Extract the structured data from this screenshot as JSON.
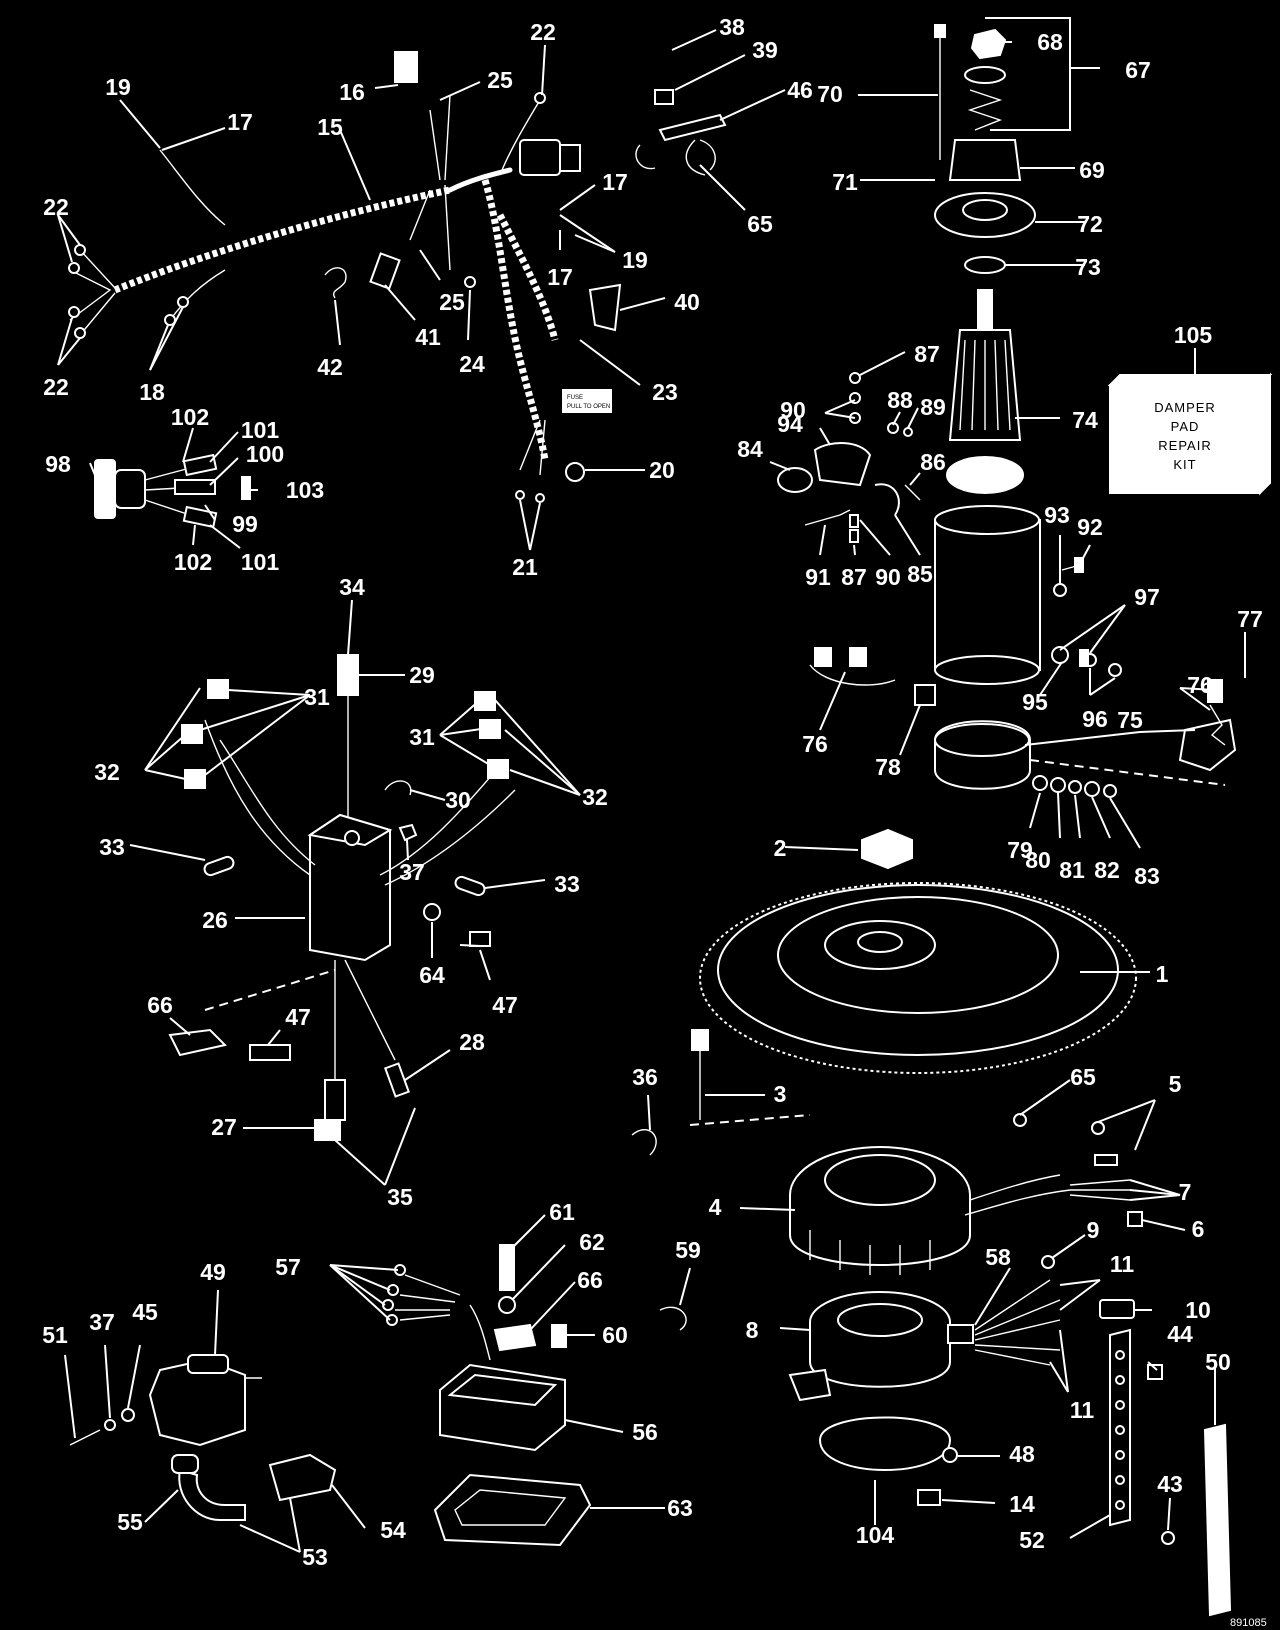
{
  "diagram": {
    "kit_box": {
      "lines": [
        "DAMPER",
        "PAD",
        "REPAIR",
        "KIT"
      ]
    },
    "fuse_label": [
      "FUSE",
      "PULL TO OPEN"
    ],
    "catalog_number": "891085",
    "callouts": [
      {
        "id": "c19a",
        "text": "19"
      },
      {
        "id": "c17a",
        "text": "17"
      },
      {
        "id": "c15",
        "text": "15"
      },
      {
        "id": "c16",
        "text": "16"
      },
      {
        "id": "c25a",
        "text": "25"
      },
      {
        "id": "c22a",
        "text": "22"
      },
      {
        "id": "c38",
        "text": "38"
      },
      {
        "id": "c39",
        "text": "39"
      },
      {
        "id": "c46",
        "text": "46"
      },
      {
        "id": "c65a",
        "text": "65"
      },
      {
        "id": "c17b",
        "text": "17"
      },
      {
        "id": "c19b",
        "text": "19"
      },
      {
        "id": "c17c",
        "text": "17"
      },
      {
        "id": "c22b",
        "text": "22"
      },
      {
        "id": "c22c",
        "text": "22"
      },
      {
        "id": "c18",
        "text": "18"
      },
      {
        "id": "c42",
        "text": "42"
      },
      {
        "id": "c41",
        "text": "41"
      },
      {
        "id": "c25b",
        "text": "25"
      },
      {
        "id": "c24",
        "text": "24"
      },
      {
        "id": "c40",
        "text": "40"
      },
      {
        "id": "c23",
        "text": "23"
      },
      {
        "id": "c20",
        "text": "20"
      },
      {
        "id": "c21",
        "text": "21"
      },
      {
        "id": "c70",
        "text": "70"
      },
      {
        "id": "c68",
        "text": "68"
      },
      {
        "id": "c67",
        "text": "67"
      },
      {
        "id": "c69",
        "text": "69"
      },
      {
        "id": "c71",
        "text": "71"
      },
      {
        "id": "c72",
        "text": "72"
      },
      {
        "id": "c73",
        "text": "73"
      },
      {
        "id": "c105",
        "text": "105"
      },
      {
        "id": "c74",
        "text": "74"
      },
      {
        "id": "c87a",
        "text": "87"
      },
      {
        "id": "c90a",
        "text": "90"
      },
      {
        "id": "c88",
        "text": "88"
      },
      {
        "id": "c89",
        "text": "89"
      },
      {
        "id": "c94",
        "text": "94"
      },
      {
        "id": "c84",
        "text": "84"
      },
      {
        "id": "c86",
        "text": "86"
      },
      {
        "id": "c91",
        "text": "91"
      },
      {
        "id": "c87b",
        "text": "87"
      },
      {
        "id": "c90b",
        "text": "90"
      },
      {
        "id": "c85",
        "text": "85"
      },
      {
        "id": "c93",
        "text": "93"
      },
      {
        "id": "c92",
        "text": "92"
      },
      {
        "id": "c97",
        "text": "97"
      },
      {
        "id": "c77",
        "text": "77"
      },
      {
        "id": "c76a",
        "text": "76"
      },
      {
        "id": "c95",
        "text": "95"
      },
      {
        "id": "c96",
        "text": "96"
      },
      {
        "id": "c75",
        "text": "75"
      },
      {
        "id": "c76b",
        "text": "76"
      },
      {
        "id": "c78",
        "text": "78"
      },
      {
        "id": "c79",
        "text": "79"
      },
      {
        "id": "c80",
        "text": "80"
      },
      {
        "id": "c81",
        "text": "81"
      },
      {
        "id": "c82",
        "text": "82"
      },
      {
        "id": "c83",
        "text": "83"
      },
      {
        "id": "c102a",
        "text": "102"
      },
      {
        "id": "c101a",
        "text": "101"
      },
      {
        "id": "c100",
        "text": "100"
      },
      {
        "id": "c98",
        "text": "98"
      },
      {
        "id": "c103",
        "text": "103"
      },
      {
        "id": "c99",
        "text": "99"
      },
      {
        "id": "c102b",
        "text": "102"
      },
      {
        "id": "c101b",
        "text": "101"
      },
      {
        "id": "c34",
        "text": "34"
      },
      {
        "id": "c29",
        "text": "29"
      },
      {
        "id": "c31a",
        "text": "31"
      },
      {
        "id": "c32a",
        "text": "32"
      },
      {
        "id": "c31b",
        "text": "31"
      },
      {
        "id": "c32b",
        "text": "32"
      },
      {
        "id": "c30",
        "text": "30"
      },
      {
        "id": "c33a",
        "text": "33"
      },
      {
        "id": "c37a",
        "text": "37"
      },
      {
        "id": "c33b",
        "text": "33"
      },
      {
        "id": "c26",
        "text": "26"
      },
      {
        "id": "c64",
        "text": "64"
      },
      {
        "id": "c47a",
        "text": "47"
      },
      {
        "id": "c66a",
        "text": "66"
      },
      {
        "id": "c47b",
        "text": "47"
      },
      {
        "id": "c28",
        "text": "28"
      },
      {
        "id": "c27",
        "text": "27"
      },
      {
        "id": "c35",
        "text": "35"
      },
      {
        "id": "c2",
        "text": "2"
      },
      {
        "id": "c1",
        "text": "1"
      },
      {
        "id": "c36",
        "text": "36"
      },
      {
        "id": "c3",
        "text": "3"
      },
      {
        "id": "c65b",
        "text": "65"
      },
      {
        "id": "c5",
        "text": "5"
      },
      {
        "id": "c7",
        "text": "7"
      },
      {
        "id": "c4",
        "text": "4"
      },
      {
        "id": "c6",
        "text": "6"
      },
      {
        "id": "c61",
        "text": "61"
      },
      {
        "id": "c62",
        "text": "62"
      },
      {
        "id": "c57",
        "text": "57"
      },
      {
        "id": "c66b",
        "text": "66"
      },
      {
        "id": "c60",
        "text": "60"
      },
      {
        "id": "c59",
        "text": "59"
      },
      {
        "id": "c58",
        "text": "58"
      },
      {
        "id": "c9",
        "text": "9"
      },
      {
        "id": "c11a",
        "text": "11"
      },
      {
        "id": "c10",
        "text": "10"
      },
      {
        "id": "c8",
        "text": "8"
      },
      {
        "id": "c44",
        "text": "44"
      },
      {
        "id": "c50",
        "text": "50"
      },
      {
        "id": "c11b",
        "text": "11"
      },
      {
        "id": "c49",
        "text": "49"
      },
      {
        "id": "c51",
        "text": "51"
      },
      {
        "id": "c37b",
        "text": "37"
      },
      {
        "id": "c45",
        "text": "45"
      },
      {
        "id": "c56",
        "text": "56"
      },
      {
        "id": "c48",
        "text": "48"
      },
      {
        "id": "c43",
        "text": "43"
      },
      {
        "id": "c14",
        "text": "14"
      },
      {
        "id": "c55",
        "text": "55"
      },
      {
        "id": "c54",
        "text": "54"
      },
      {
        "id": "c53",
        "text": "53"
      },
      {
        "id": "c63",
        "text": "63"
      },
      {
        "id": "c104",
        "text": "104"
      },
      {
        "id": "c52",
        "text": "52"
      }
    ]
  }
}
